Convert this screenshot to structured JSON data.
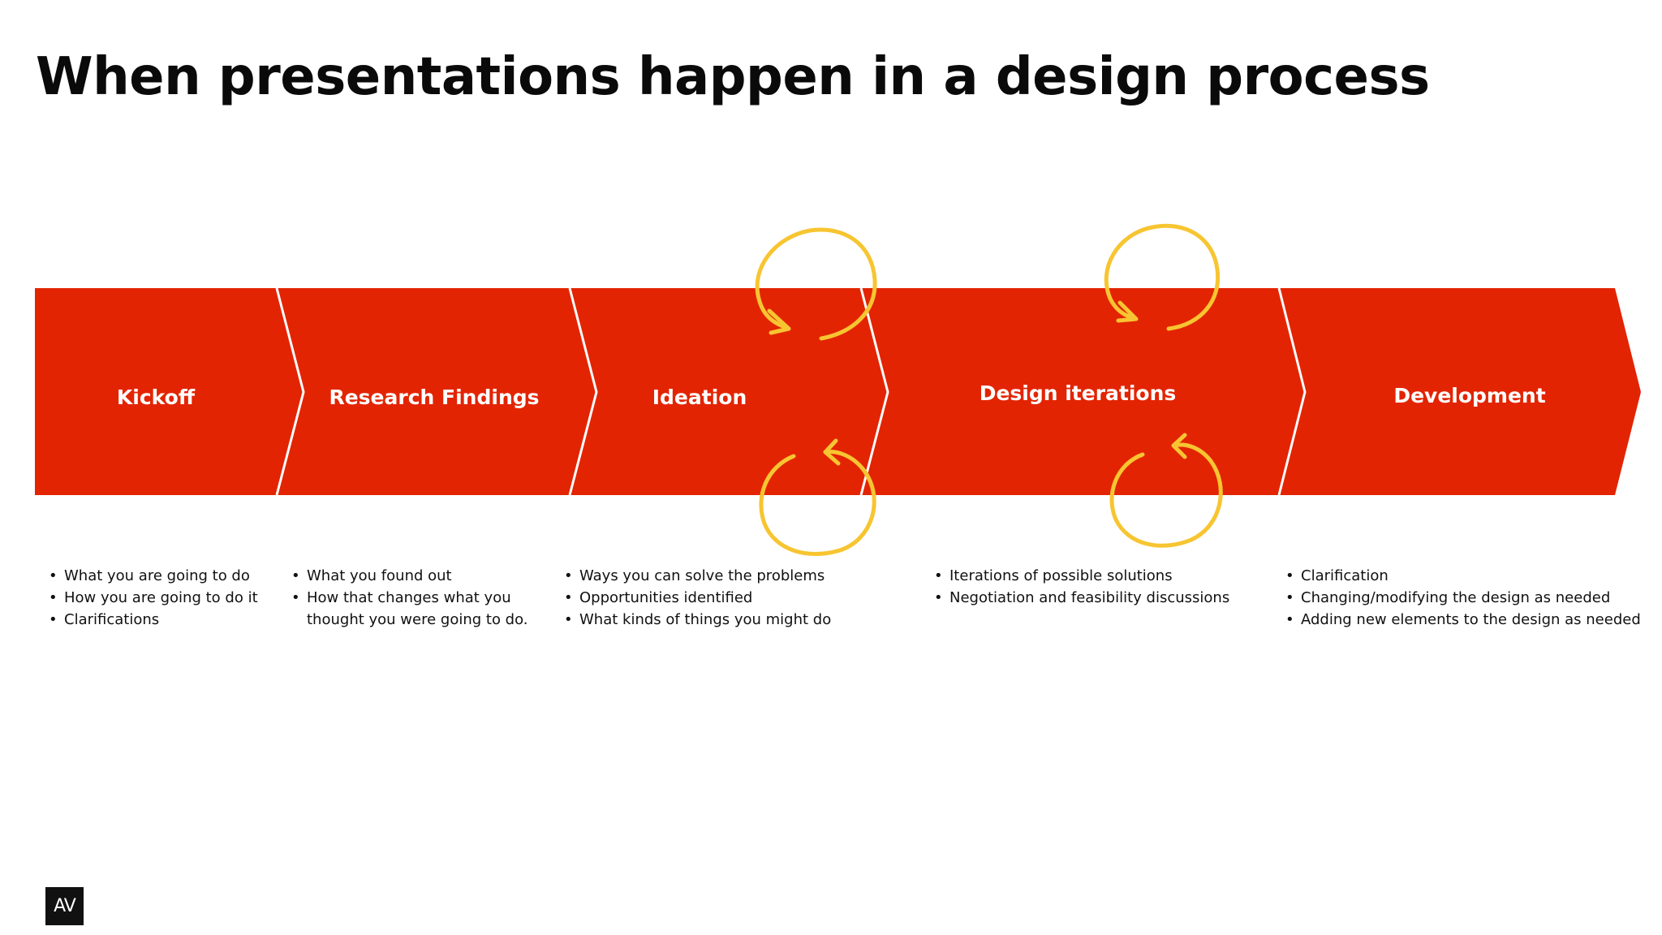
{
  "title": "When presentations happen in a design process",
  "brand": {
    "logo_text": "AV",
    "accent": "#e32402",
    "loop_color": "#f7c531"
  },
  "stages": [
    {
      "label": "Kickoff",
      "bullets": [
        "What you are going to do",
        "How you are going to do it",
        "Clarifications"
      ]
    },
    {
      "label": "Research Findings",
      "bullets": [
        "What you found out",
        "How that changes what you",
        "thought you were going to do."
      ]
    },
    {
      "label": "Ideation",
      "bullets": [
        "Ways you can solve the problems",
        "Opportunities identified",
        "What kinds of things you might do"
      ]
    },
    {
      "label": "Design iterations",
      "bullets": [
        "Iterations of possible solutions",
        "Negotiation and feasibility discussions"
      ]
    },
    {
      "label": "Development",
      "bullets": [
        "Clarification",
        "Changing/modifying the design as needed",
        "Adding new elements to the design as needed"
      ]
    }
  ]
}
